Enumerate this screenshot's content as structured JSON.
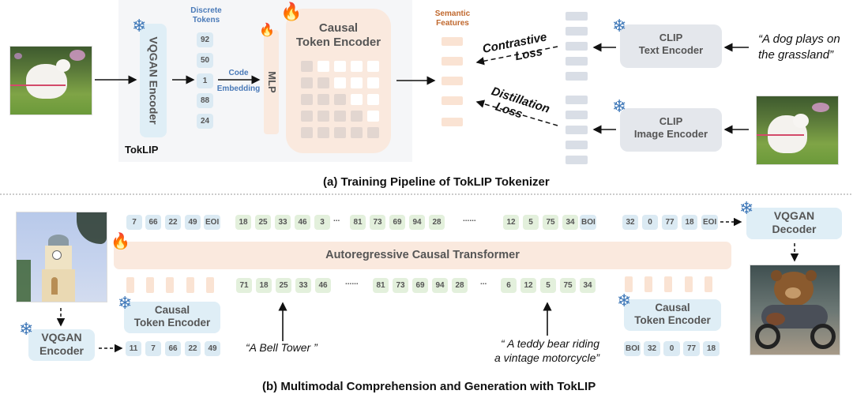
{
  "part_a": {
    "caption": "(a) Training Pipeline of TokLIP Tokenizer",
    "input_image": "photo of white fluffy dog on grass with pink flowers",
    "panel_label": "TokLIP",
    "vqgan_encoder": "VQGAN Encoder",
    "discrete_tokens_label": [
      "Discrete",
      "Tokens"
    ],
    "discrete_tokens": [
      "92",
      "50",
      "1",
      "88",
      "24"
    ],
    "code_embedding_label": [
      "Code",
      "Embedding"
    ],
    "mlp": "MLP",
    "causal_token_encoder": [
      "Causal",
      "Token Encoder"
    ],
    "semantic_features_label": [
      "Semantic",
      "Features"
    ],
    "contrastive_loss": [
      "Contrastive",
      "Loss"
    ],
    "distillation_loss": [
      "Distillation",
      "Loss"
    ],
    "clip_text_encoder": [
      "CLIP",
      "Text Encoder"
    ],
    "clip_image_encoder": [
      "CLIP",
      "Image Encoder"
    ],
    "text_prompt": [
      "“A dog plays on",
      "the grassland”"
    ],
    "icons": {
      "frozen": "snowflake-icon",
      "trainable": "flame-icon"
    },
    "colors": {
      "blue_text": "#4a7ab8",
      "orange_text": "#c0682e",
      "flame": "#c8602a",
      "snowflake": "#3f78b8"
    }
  },
  "part_b": {
    "caption": "(b) Multimodal Comprehension and Generation with TokLIP",
    "transformer": "Autoregressive Causal Transformer",
    "input_image": "bell tower photo",
    "output_image": "teddy bear riding motorcycle",
    "vqgan_encoder": [
      "VQGAN",
      "Encoder"
    ],
    "vqgan_decoder": [
      "VQGAN",
      "Decoder"
    ],
    "causal_token_encoder": [
      "Causal",
      "Token Encoder"
    ],
    "top_tokens": [
      {
        "t": "7",
        "c": "blue"
      },
      {
        "t": "66",
        "c": "blue"
      },
      {
        "t": "22",
        "c": "blue"
      },
      {
        "t": "49",
        "c": "blue"
      },
      {
        "t": "EOI",
        "c": "blue"
      },
      {
        "t": "18",
        "c": "green"
      },
      {
        "t": "25",
        "c": "green"
      },
      {
        "t": "33",
        "c": "green"
      },
      {
        "t": "46",
        "c": "green"
      },
      {
        "t": "3",
        "c": "green"
      },
      {
        "t": "...",
        "c": "dots"
      },
      {
        "t": "81",
        "c": "green"
      },
      {
        "t": "73",
        "c": "green"
      },
      {
        "t": "69",
        "c": "green"
      },
      {
        "t": "94",
        "c": "green"
      },
      {
        "t": "28",
        "c": "green"
      },
      {
        "t": "......",
        "c": "dots"
      },
      {
        "t": "12",
        "c": "green"
      },
      {
        "t": "5",
        "c": "green"
      },
      {
        "t": "75",
        "c": "green"
      },
      {
        "t": "34",
        "c": "green"
      },
      {
        "t": "BOI",
        "c": "blue"
      },
      {
        "t": "32",
        "c": "blue"
      },
      {
        "t": "0",
        "c": "blue"
      },
      {
        "t": "77",
        "c": "blue"
      },
      {
        "t": "18",
        "c": "blue"
      },
      {
        "t": "EOI",
        "c": "blue"
      }
    ],
    "bottom_text_tokens_1": [
      "71",
      "18",
      "25",
      "33",
      "46"
    ],
    "bottom_dots_1": "......",
    "bottom_text_tokens_2": [
      "81",
      "73",
      "69",
      "94",
      "28"
    ],
    "bottom_dots_2": "...",
    "bottom_text_tokens_3": [
      "6",
      "12",
      "5",
      "75",
      "34"
    ],
    "image_tokens_in": [
      "11",
      "7",
      "66",
      "22",
      "49"
    ],
    "image_tokens_out": [
      "BOI",
      "32",
      "0",
      "77",
      "18"
    ],
    "prompt_1": "“A Bell Tower ”",
    "prompt_2": [
      "“ A teddy bear riding",
      "a vintage motorcycle”"
    ]
  }
}
